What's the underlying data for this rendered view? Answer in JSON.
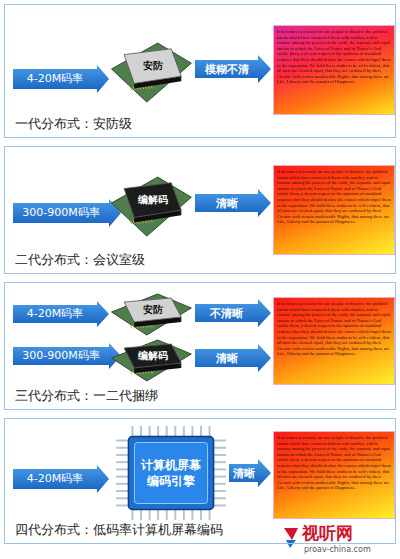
{
  "diagram": {
    "nodes": [
      {
        "text": [
          "一代分布式：安防级"
        ]
      },
      {
        "text": [
          "4-20M码率"
        ],
        "in": 0
      },
      {
        "text": [
          "安防"
        ],
        "in": 0
      },
      {
        "text": [
          "It becomes necessary for one people to dissolve the political bands which have connected them with another, and to assume among the powers of the earth, the separate and equal station to which the Laws of Nature and of Nature's God entitle them, a decent respect to the opinions of mankind requires that they should declare the causes which impel them to the separation. We hold these truths to be self-evident, that all men are created equal, that they are endowed by their Creator with certain unalienable Rights, that among these are Life, Liberty and the pursuit of Happiness."
        ],
        "in": 0
      },
      {
        "text": [
          "二代分布式：会议室级"
        ]
      },
      {
        "text": [
          "300-900M码率"
        ],
        "in": 4
      },
      {
        "text": [
          "编解码"
        ],
        "in": 4
      },
      {
        "text": [
          "It becomes necessary for one people to dissolve the political bands which have connected them with another, and to assume among the powers of the earth, the separate and equal station to which the Laws of Nature and of Nature's God entitle them, a decent respect to the opinions of mankind requires that they should declare the causes which impel them to the separation. We hold these truths to be self-evident, that all men are created equal, that they are endowed by their Creator with certain unalienable Rights, that among these are Life, Liberty and the pursuit of Happiness."
        ],
        "in": 4
      },
      {
        "text": [
          "三代分布式：一二代捆绑"
        ]
      },
      {
        "text": [
          "4-20M码率"
        ],
        "in": 8
      },
      {
        "text": [
          "300-900M码率"
        ],
        "in": 8
      },
      {
        "text": [
          "安防"
        ],
        "in": 8
      },
      {
        "text": [
          "编解码"
        ],
        "in": 8
      },
      {
        "text": [
          "It becomes necessary for one people to dissolve the political bands which have connected them with another, and to assume among the powers of the earth, the separate and equal station to which the Laws of Nature and of Nature's God entitle them, a decent respect to the opinions of mankind requires that they should declare the causes which impel them to the separation. We hold these truths to be self-evident, that all men are created equal, that they are endowed by their Creator with certain unalienable Rights, that among these are Life, Liberty and the pursuit of Happiness."
        ],
        "in": 8
      },
      {
        "text": [
          "四代分布式：低码率计算机屏幕编码"
        ]
      },
      {
        "text": [
          "4-20M码率"
        ],
        "in": 14
      },
      {
        "text": [
          "计算机屏幕 编码引擎"
        ],
        "in": 14
      },
      {
        "text": [
          "It becomes necessary for one people to dissolve the political bands which have connected them with another, and to assume among the powers of the earth, the separate and equal station to which the Laws of Nature and of Nature's God entitle them, a decent respect to the opinions of mankind requires that they should declare the causes which impel them to the separation. We hold these truths to be self-evident, that all men are created equal, that they are endowed by their Creator with certain unalienable Rights, that among these are Life, Liberty and the pursuit of Happiness."
        ],
        "in": 14
      }
    ],
    "edges": [
      {
        "from": 2,
        "to": 3,
        "label": "模糊不清",
        "arrow": "to"
      },
      {
        "from": 6,
        "to": 7,
        "label": "清晰",
        "arrow": "to"
      },
      {
        "from": 11,
        "to": 13,
        "label": "不清晰",
        "arrow": "to"
      },
      {
        "from": 12,
        "to": 13,
        "label": "清晰",
        "arrow": "to"
      },
      {
        "from": 16,
        "to": 17,
        "label": "清晰",
        "arrow": "to"
      }
    ],
    "labels": [
      "视听网",
      "proav-china.com"
    ]
  }
}
